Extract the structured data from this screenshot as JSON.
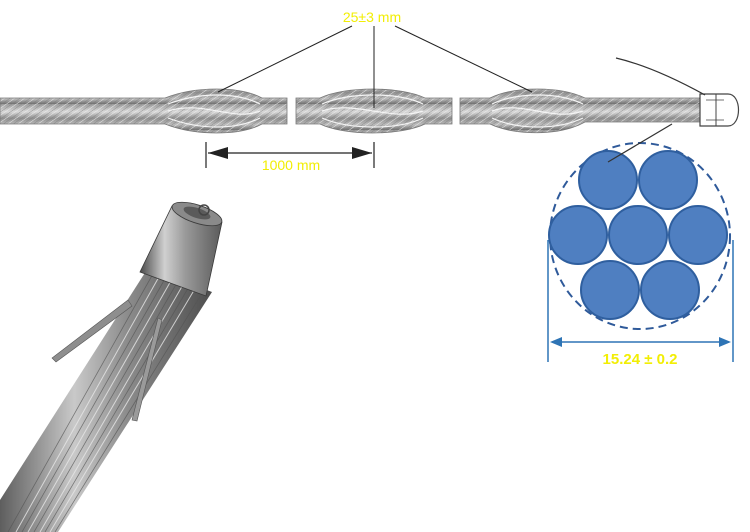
{
  "labels": {
    "bulge_gap": "25±3 mm",
    "spacing": "1000 mm",
    "diameter": "15.24 ± 0.2"
  },
  "colors": {
    "label_text": "#f2ee05",
    "strand_fill": "#4f7fc1",
    "strand_stroke": "#2f5f9f",
    "dimension_line": "#2e74b5",
    "cable_dark": "#6a6a6a",
    "cable_light": "#d8d8d8"
  }
}
